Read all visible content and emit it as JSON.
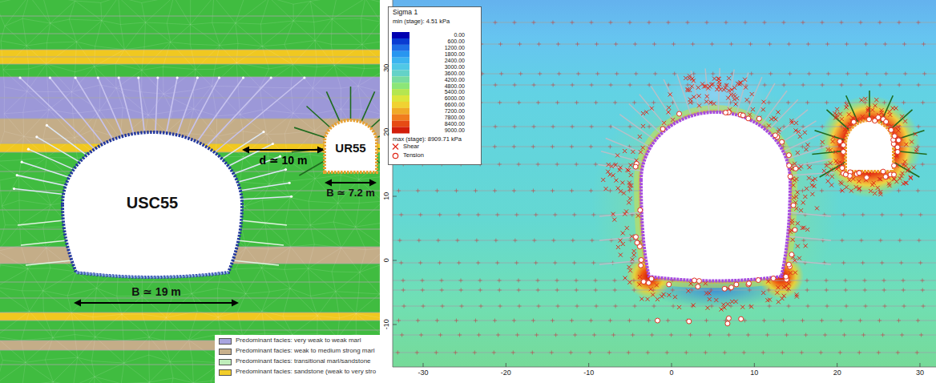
{
  "diagram": {
    "nodes": [
      {
        "text": [
          "USC55"
        ]
      },
      {
        "text": [
          "UR55"
        ]
      }
    ],
    "edges": [
      {
        "from": 0,
        "to": 1,
        "arrow": "both",
        "label": "d ≃ 10 m"
      }
    ],
    "labels": [
      "B ≃ 7.2 m",
      "B ≃ 19 m",
      "Sigma 1",
      "min (stage): 4.51 kPa",
      "0.00",
      "600.00",
      "1200.00",
      "1800.00",
      "2400.00",
      "3000.00",
      "3600.00",
      "4200.00",
      "4800.00",
      "5400.00",
      "6000.00",
      "6600.00",
      "7200.00",
      "7800.00",
      "8400.00",
      "9000.00",
      "max (stage): 8909.71 kPa",
      "30",
      "20",
      "10",
      "0",
      "-10",
      "-30",
      "-20",
      "-10",
      "0",
      "10",
      "20",
      "30"
    ],
    "legend": [
      {
        "text": "Predominant facies: very weak to weak marl",
        "color": "#a9a5e0"
      },
      {
        "text": "Predominant facies: weak to medium strong marl",
        "color": "#c8b08c"
      },
      {
        "text": "Predominant facies: transitional marl/sandstone",
        "color": "#bfeebb"
      },
      {
        "text": "Predominant facies: sandstone (weak to very stro",
        "color": "#f2cd2a"
      },
      {
        "text": "Shear"
      },
      {
        "text": "Tension"
      }
    ]
  }
}
